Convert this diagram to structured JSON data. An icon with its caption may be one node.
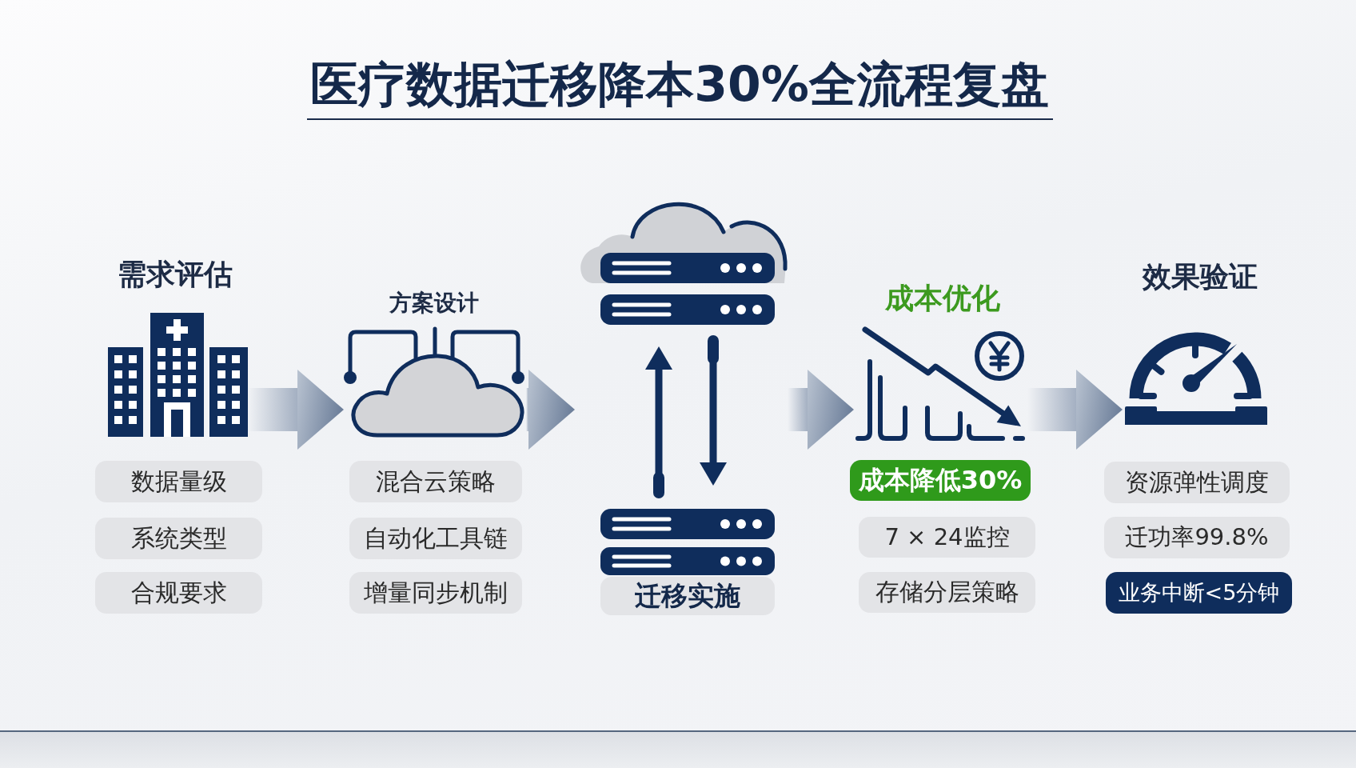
{
  "diagram": {
    "title": "医疗数据迁移降本30%全流程复盘",
    "nodes": [
      {
        "text": [],
        "shape": "picture",
        "beside": [
          "需求评估"
        ]
      },
      {
        "text": [
          "数据量级"
        ]
      },
      {
        "text": [
          "系统类型"
        ]
      },
      {
        "text": [
          "合规要求"
        ]
      },
      {
        "text": [],
        "shape": "picture",
        "beside": [
          "方案设计"
        ]
      },
      {
        "text": [
          "混合云策略"
        ]
      },
      {
        "text": [
          "自动化工具链"
        ]
      },
      {
        "text": [
          "增量同步机制"
        ]
      },
      {
        "text": [],
        "shape": "picture"
      },
      {
        "text": [
          "迁移实施"
        ]
      },
      {
        "text": [],
        "shape": "picture",
        "beside": [
          "成本优化"
        ]
      },
      {
        "text": [
          "成本降低30%"
        ]
      },
      {
        "text": [
          "7 × 24监控"
        ]
      },
      {
        "text": [
          "存储分层策略"
        ]
      },
      {
        "text": [],
        "shape": "picture",
        "beside": [
          "效果验证"
        ]
      },
      {
        "text": [
          "资源弹性调度"
        ]
      },
      {
        "text": [
          "迁功率99.8%"
        ]
      },
      {
        "text": [
          "业务中断<5分钟"
        ]
      }
    ],
    "edges": [
      {
        "from": 0,
        "to": 4,
        "arrow": "to"
      },
      {
        "from": 4,
        "to": 8,
        "arrow": "to"
      },
      {
        "from": 8,
        "to": 10,
        "arrow": "to"
      },
      {
        "from": 10,
        "to": 14,
        "arrow": "to"
      }
    ]
  }
}
